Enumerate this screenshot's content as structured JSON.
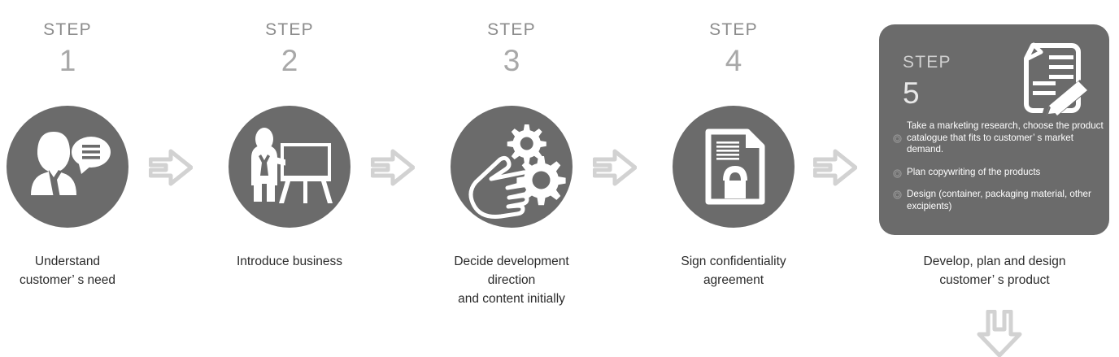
{
  "theme": {
    "circle_fill": "#6b6b6b",
    "panel_fill": "#6b6b6b",
    "arrow_color": "#d2d2d2",
    "step_word_color": "#8c8c8c",
    "step_number_color": "#a8a8a8",
    "caption_color": "#2b2b2b",
    "panel_text_color": "#ffffff"
  },
  "steps": [
    {
      "word": "STEP",
      "number": "1",
      "icon": "businessman-speech-bubble-icon",
      "caption_line1": "Understand",
      "caption_line2": "customer’ s need"
    },
    {
      "word": "STEP",
      "number": "2",
      "icon": "presenter-whiteboard-icon",
      "caption_line1": "Introduce business",
      "caption_line2": ""
    },
    {
      "word": "STEP",
      "number": "3",
      "icon": "hand-gears-icon",
      "caption_line1": "Decide development direction",
      "caption_line2": "and content initially"
    },
    {
      "word": "STEP",
      "number": "4",
      "icon": "locked-document-icon",
      "caption_line1": "Sign confidentiality agreement",
      "caption_line2": ""
    }
  ],
  "step5": {
    "word": "STEP",
    "number": "5",
    "icon": "document-pencil-icon",
    "bullets": [
      "Take a marketing research, choose the product catalogue that fits to customer’ s market demand.",
      "Plan copywriting of the products",
      "Design (container, packaging material, other excipients)"
    ],
    "caption_line1": "Develop, plan and design",
    "caption_line2": "customer’ s product"
  },
  "connectors": {
    "right_arrow": "arrow-right-icon",
    "down_arrow": "arrow-down-icon"
  }
}
